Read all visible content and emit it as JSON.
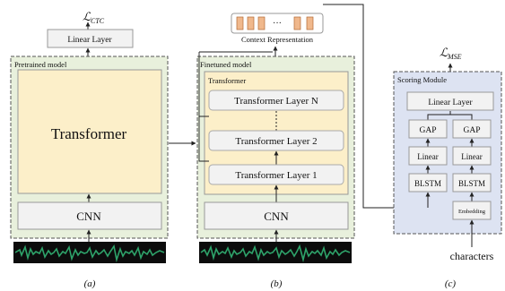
{
  "panel_a": {
    "loss_label": "ℒ",
    "loss_sub": "CTC",
    "linear_layer": "Linear Layer",
    "group_label": "Pretrained model",
    "transformer": "Transformer",
    "cnn": "CNN",
    "caption": "(a)"
  },
  "panel_b": {
    "context_dots": "···",
    "context_label": "Context Representation",
    "group_label": "Finetuned model",
    "transformer_label": "Transformer",
    "layer_n": "Transformer Layer N",
    "layer_2": "Transformer Layer 2",
    "layer_1": "Transformer Layer 1",
    "cnn": "CNN",
    "caption": "(b)"
  },
  "panel_c": {
    "loss_label": "ℒ",
    "loss_sub": "MSE",
    "group_label": "Scoring Module",
    "linear_layer": "Linear Layer",
    "gap_left": "GAP",
    "gap_right": "GAP",
    "linear_left": "Linear",
    "linear_right": "Linear",
    "blstm_left": "BLSTM",
    "blstm_right": "BLSTM",
    "embedding": "Embedding",
    "input_label": "characters",
    "caption": "(c)"
  },
  "colors": {
    "pretrained_fill": "#e8f0dc",
    "transformer_fill": "#fcefc9",
    "scoring_fill": "#dde3f2",
    "box_fill": "#f2f2f2",
    "context_fill": "#f0b88c",
    "waveform": "#2ea36a"
  }
}
